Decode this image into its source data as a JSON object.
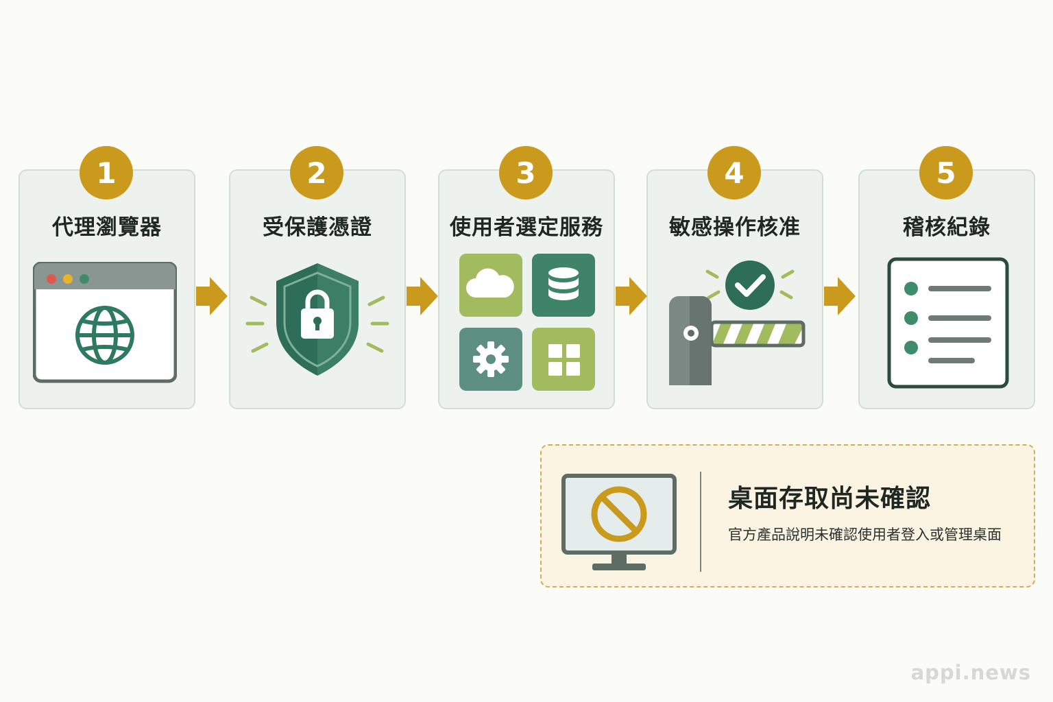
{
  "steps": [
    {
      "number": "1",
      "title": "代理瀏覽器",
      "icon": "browser-globe-icon"
    },
    {
      "number": "2",
      "title": "受保護憑證",
      "icon": "shield-lock-icon"
    },
    {
      "number": "3",
      "title": "使用者選定服務",
      "icon": "services-grid-icon"
    },
    {
      "number": "4",
      "title": "敏感操作核准",
      "icon": "approval-gate-icon"
    },
    {
      "number": "5",
      "title": "稽核紀錄",
      "icon": "audit-list-icon"
    }
  ],
  "notice": {
    "title": "桌面存取尚未確認",
    "description": "官方產品說明未確認使用者登入或管理桌面",
    "icon": "monitor-prohibited-icon"
  },
  "watermark": "appi.news",
  "colors": {
    "gold": "#c99a1b",
    "green_dark": "#2e6e59",
    "green_mid": "#4c8c72",
    "green_light": "#a3bb5f",
    "slate": "#5d6d66",
    "card_bg": "#edf2ee",
    "notice_bg": "#fbf4e2"
  }
}
